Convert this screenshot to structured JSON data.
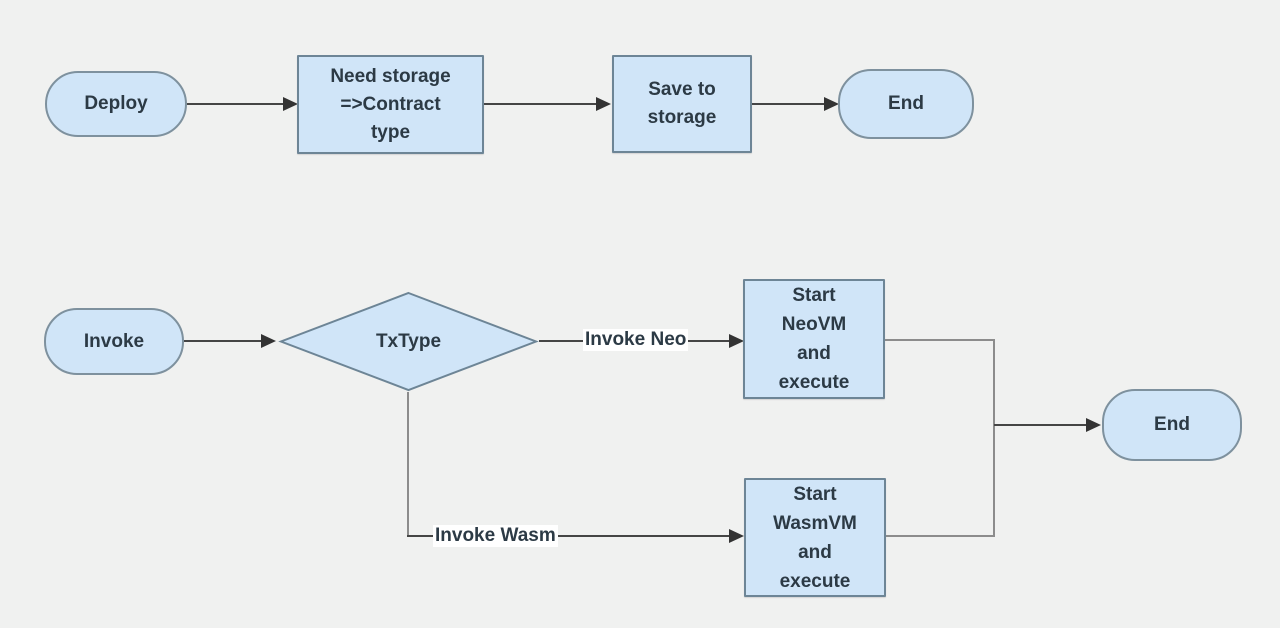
{
  "diagram": {
    "type": "flowchart",
    "background_color": "#f0f1f0",
    "node_fill_color": "#d0e5f8",
    "node_stroke_color": "#6d8596",
    "edge_color": "#454545",
    "connector_color": "#8c8c8c",
    "text_color": "#2c3a45",
    "edge_label_background": "#ffffff"
  },
  "flows": {
    "deploy": {
      "start": "Deploy",
      "step_contract": "Need storage\n=>Contract\ntype",
      "step_save": "Save to\nstorage",
      "end": "End"
    },
    "invoke": {
      "start": "Invoke",
      "decision": "TxType",
      "edge_neo": "Invoke Neo",
      "edge_wasm": "Invoke Wasm",
      "step_neo": "Start\nNeoVM\nand\nexecute",
      "step_wasm": "Start\nWasmVM\nand\nexecute",
      "end": "End"
    }
  }
}
